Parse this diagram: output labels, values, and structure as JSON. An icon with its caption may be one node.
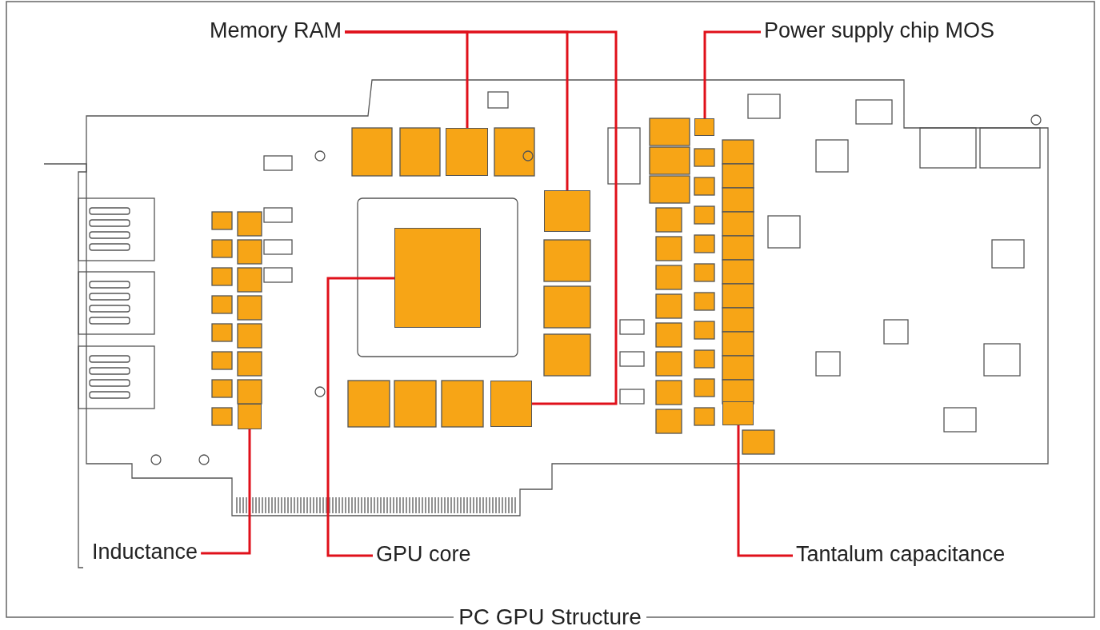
{
  "diagram": {
    "title": "PC GPU Structure",
    "nodes": [
      {
        "text": [
          "Memory RAM"
        ]
      },
      {
        "text": [
          "Power supply chip MOS"
        ]
      },
      {
        "text": [],
        "shape": "box"
      },
      {
        "text": [],
        "shape": "box"
      },
      {
        "text": [],
        "shape": "box"
      },
      {
        "text": [],
        "shape": "box"
      },
      {
        "text": [],
        "shape": "box"
      },
      {
        "text": [],
        "shape": "box"
      },
      {
        "text": [],
        "shape": "box"
      },
      {
        "text": [
          "Inductance"
        ]
      },
      {
        "text": [
          "GPU core"
        ]
      },
      {
        "text": [
          "Tantalum capacitance"
        ]
      }
    ],
    "edges": [
      {
        "from": 0,
        "to": 2,
        "arrow": "none"
      },
      {
        "from": 0,
        "to": 3,
        "arrow": "none"
      },
      {
        "from": 0,
        "to": 4,
        "arrow": "none"
      },
      {
        "from": 1,
        "to": 5,
        "arrow": "none"
      },
      {
        "from": 9,
        "to": 7,
        "arrow": "none"
      },
      {
        "from": 10,
        "to": 6,
        "arrow": "none"
      },
      {
        "from": 11,
        "to": 8,
        "arrow": "none"
      }
    ]
  }
}
